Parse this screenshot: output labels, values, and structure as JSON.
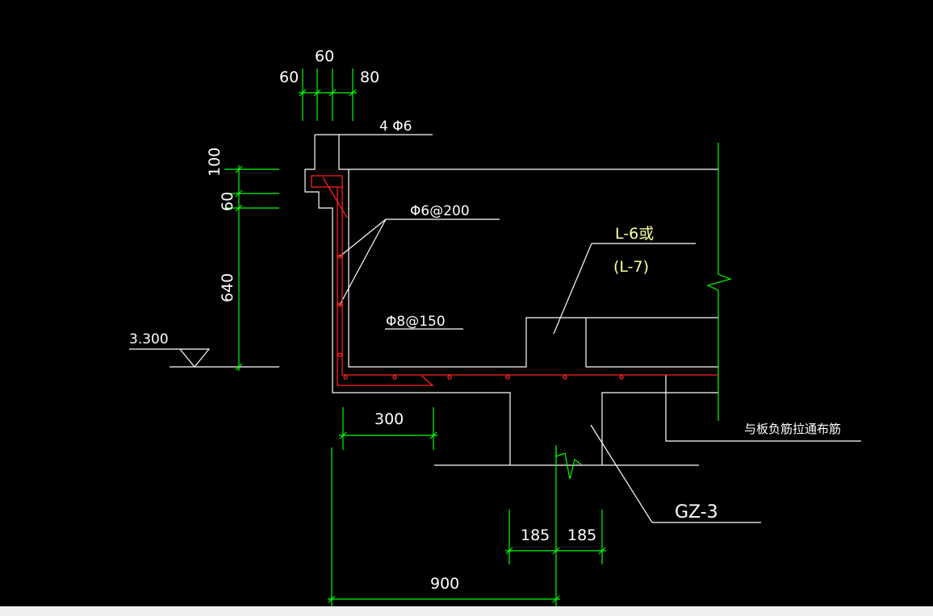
{
  "colors": {
    "background": "#000000",
    "outline": "#ffffff",
    "dimension": "#00ff00",
    "rebar": "#ff2020",
    "label_yellow": "#ffff99",
    "statusbar": "#f0f0f0"
  },
  "dimensions": {
    "top_60_left": "60",
    "top_60_mid": "60",
    "top_80": "80",
    "left_100": "100",
    "left_60": "60",
    "left_640": "640",
    "bottom_300": "300",
    "bottom_185_left": "185",
    "bottom_185_right": "185",
    "bottom_900": "900"
  },
  "labels": {
    "rebar_top": "4 Φ6",
    "rebar_stirrup": "Φ6@200",
    "rebar_bottom": "Φ8@150",
    "beam_main": "L-6或",
    "beam_alt": "(L-7)",
    "column": "GZ-3",
    "slab_note": "与板负筋拉通布筋",
    "elevation": "3.300"
  }
}
